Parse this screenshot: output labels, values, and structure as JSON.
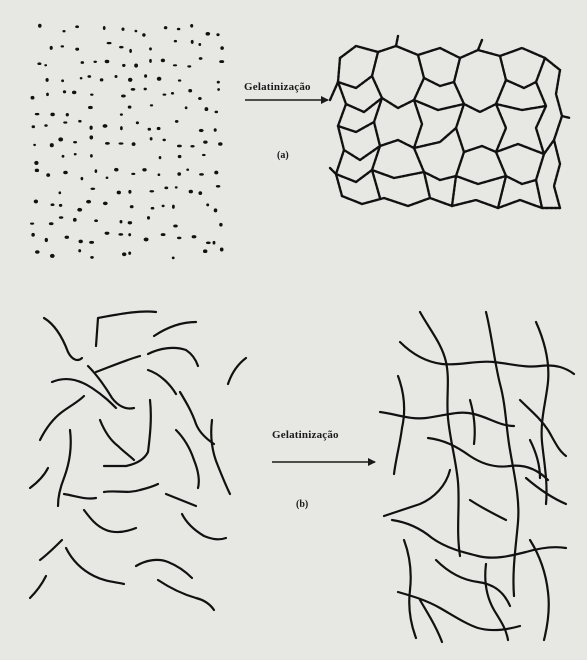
{
  "panel_a": {
    "arrow_label": "Gelatinização",
    "tag": "(a)"
  },
  "panel_b": {
    "arrow_label": "Gelatinização",
    "tag": "(b)"
  }
}
